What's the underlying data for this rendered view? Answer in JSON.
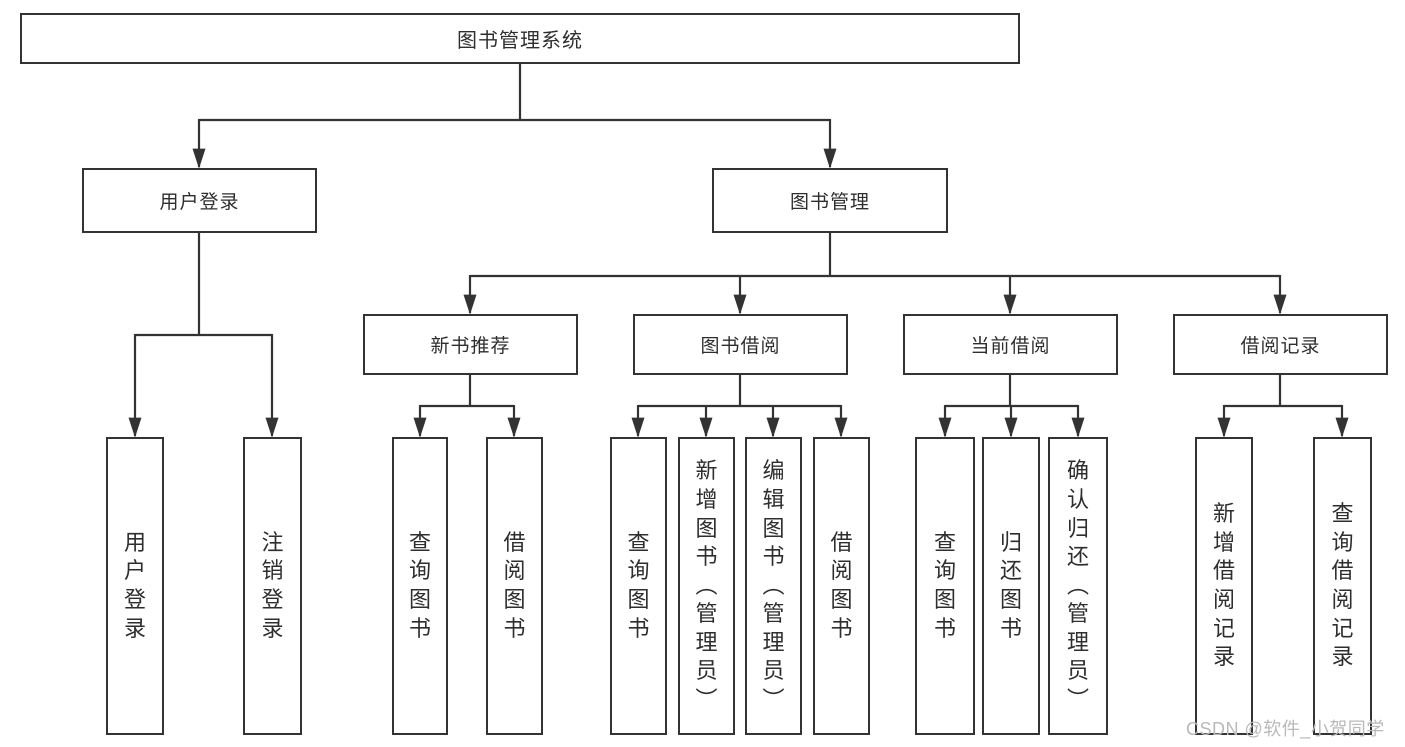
{
  "tree": {
    "label": "图书管理系统",
    "children": [
      {
        "label": "用户登录",
        "children": [
          {
            "label": "用户登录"
          },
          {
            "label": "注销登录"
          }
        ]
      },
      {
        "label": "图书管理",
        "children": [
          {
            "label": "新书推荐",
            "children": [
              {
                "label": "查询图书"
              },
              {
                "label": "借阅图书"
              }
            ]
          },
          {
            "label": "图书借阅",
            "children": [
              {
                "label": "查询图书"
              },
              {
                "label": "新增图书（管理员）"
              },
              {
                "label": "编辑图书（管理员）"
              },
              {
                "label": "借阅图书"
              }
            ]
          },
          {
            "label": "当前借阅",
            "children": [
              {
                "label": "查询图书"
              },
              {
                "label": "归还图书"
              },
              {
                "label": "确认归还（管理员）"
              }
            ]
          },
          {
            "label": "借阅记录",
            "children": [
              {
                "label": "新增借阅记录"
              },
              {
                "label": "查询借阅记录"
              }
            ]
          }
        ]
      }
    ]
  },
  "watermark": "CSDN @软件_小贺同学",
  "colors": {
    "line": "#333333",
    "text": "#2e2e2e",
    "watermark": "#b9b9b9",
    "background": "#ffffff"
  }
}
